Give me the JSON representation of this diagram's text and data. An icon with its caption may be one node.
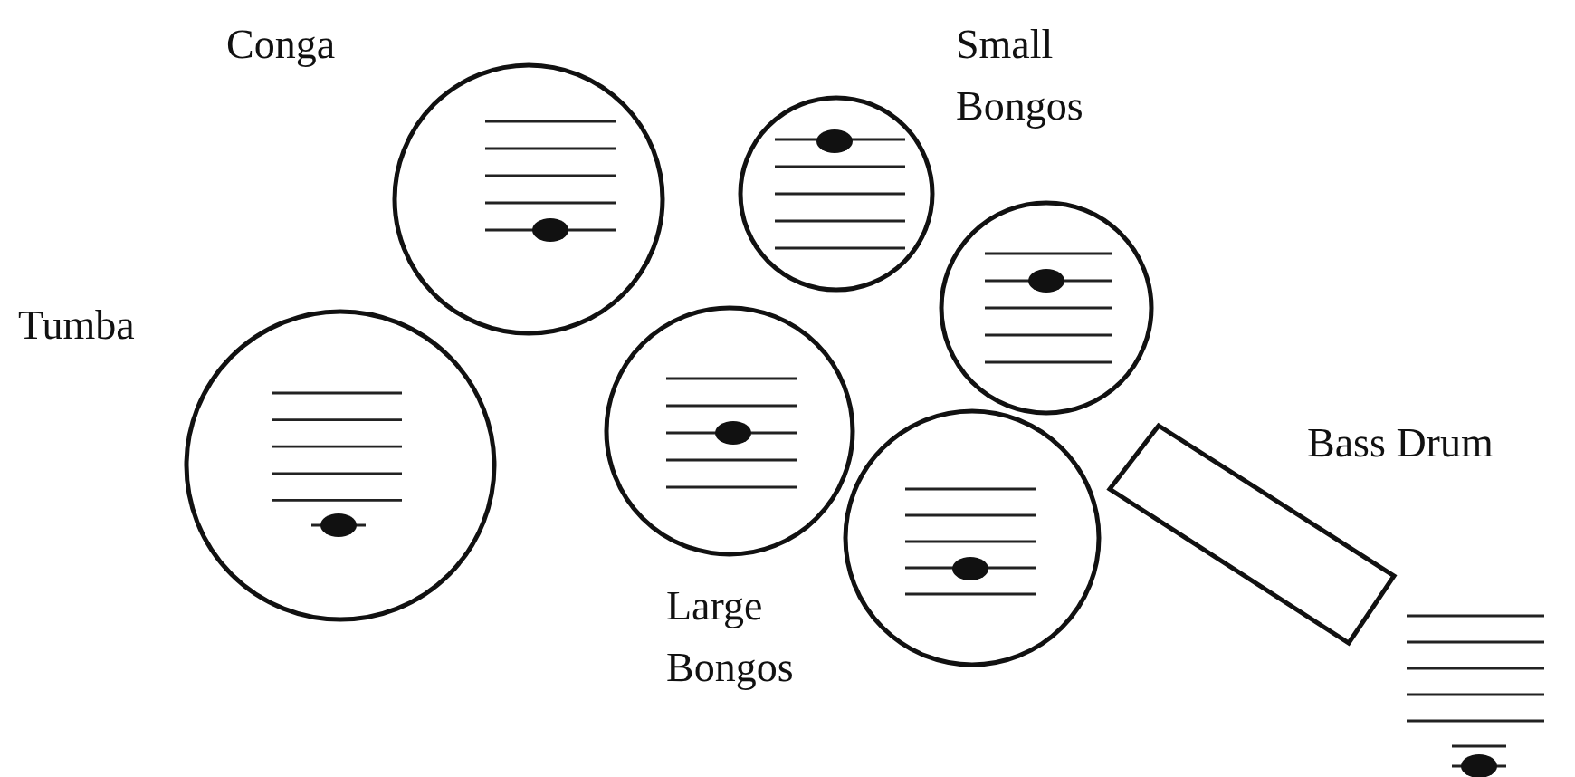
{
  "diagram": {
    "labels": [
      "Conga",
      "Small Bongos",
      "Tumba",
      "Bass Drum",
      "Large Bongos"
    ]
  }
}
